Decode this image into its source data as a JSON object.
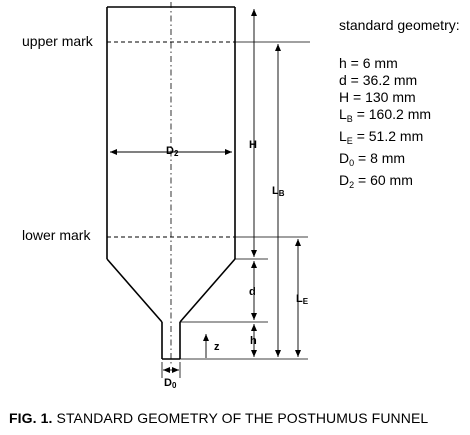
{
  "geometry": {
    "title": "standard geometry:",
    "items": [
      {
        "sym": "h",
        "sub": "",
        "value": " = 6 mm"
      },
      {
        "sym": "d",
        "sub": "",
        "value": " = 36.2 mm"
      },
      {
        "sym": "H",
        "sub": "",
        "value": " = 130 mm"
      },
      {
        "sym": "L",
        "sub": "B",
        "value": " = 160.2 mm"
      },
      {
        "sym": "L",
        "sub": "E",
        "value": " = 51.2 mm"
      },
      {
        "sym": "D",
        "sub": "0",
        "value": " = 8 mm"
      },
      {
        "sym": "D",
        "sub": "2",
        "value": " = 60 mm"
      }
    ]
  },
  "marks": {
    "upper": "upper mark",
    "lower": "lower mark"
  },
  "symbols": {
    "D2": {
      "base": "D",
      "sub": "2"
    },
    "H": {
      "base": "H",
      "sub": ""
    },
    "LB": {
      "base": "L",
      "sub": "B"
    },
    "d": {
      "base": "d",
      "sub": ""
    },
    "LE": {
      "base": "L",
      "sub": "E"
    },
    "h": {
      "base": "h",
      "sub": ""
    },
    "z": {
      "base": "z",
      "sub": ""
    },
    "D0": {
      "base": "D",
      "sub": "0"
    }
  },
  "caption": {
    "number": "FIG. 1.",
    "text": "STANDARD GEOMETRY OF THE POSTHUMUS FUNNEL"
  }
}
